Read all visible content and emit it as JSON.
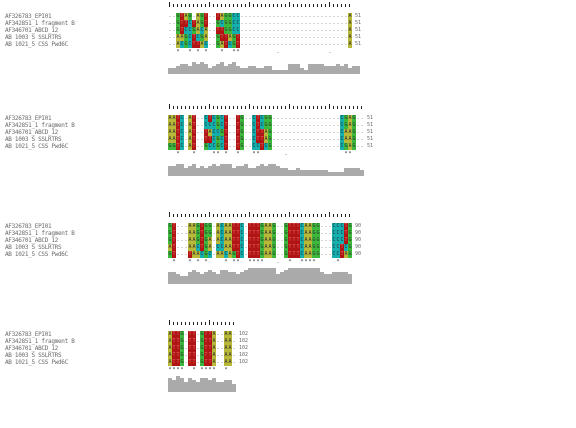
{
  "sequence_names": [
    "AF326783_EPI01",
    "AF342851_1 fragment B",
    "AF346701_ABCD_12",
    "AB 1003 S SSLRTRS",
    "AB 1021_5 CSS Pwd6C"
  ],
  "colors": {
    "A": "#b9b939",
    "C": "#14b0b0",
    "G": "#3cb83c",
    "T": "#b01414",
    "dark_red": "#a40000",
    "blue": "#5a6ed0",
    "pink_text": "#f08080",
    "quality": "#aaaaaa"
  },
  "blocks": [
    {
      "end_numbers": [
        "51",
        "51",
        "51",
        "51",
        "51"
      ],
      "rows": [
        "..GTAG.AGT..TAGGCC...........................A",
        "..GTTCTAGT..GCGGCC...........................A",
        "..GTCCGACA..TTGGCC...........................A",
        "..AAGCTCGA..GTTAGT...........................A",
        "..ACGCTTAC..GATCGT...........................A"
      ],
      "consensus": "  *  * * *   *  **         .            .     ",
      "quality": [
        3,
        3,
        4,
        5,
        5,
        4,
        6,
        5,
        6,
        5,
        3,
        4,
        5,
        6,
        4,
        5,
        6,
        4,
        3,
        3,
        4,
        4,
        3,
        3,
        4,
        4,
        2,
        2,
        2,
        2,
        5,
        5,
        5,
        3,
        2,
        5,
        5,
        5,
        5,
        4,
        4,
        4,
        5,
        4,
        5,
        3,
        4,
        4
      ]
    },
    {
      "end_numbers": [
        "51",
        "51",
        "51",
        "51",
        "51"
      ],
      "rows": [
        "AATC.AT..CTCGCT..TG..CTCGG.................CGAG..",
        "AATC.AT..CCCGCT..TG..CTCGG.................CGAG..",
        "AATC.AT..TACCGT..TG..CTTAG.................CAAG..",
        "AATC.AT..TTCGCT..TG..CTTAG.................CAAG..",
        "GGTC.AT..GCCGCT..TG..CCTCG.................CGAG.."
      ],
      "consensus": "  *   *    ** *  *   **      .              **  ",
      "quality": [
        5,
        5,
        6,
        6,
        4,
        5,
        6,
        4,
        5,
        4,
        5,
        6,
        5,
        6,
        6,
        6,
        4,
        5,
        5,
        6,
        4,
        4,
        5,
        6,
        5,
        6,
        6,
        5,
        4,
        4,
        3,
        3,
        4,
        3,
        3,
        3,
        3,
        3,
        3,
        3,
        2,
        2,
        2,
        2,
        4,
        4,
        4,
        4,
        3
      ]
    },
    {
      "end_numbers": [
        "90",
        "90",
        "90",
        "90",
        "90"
      ],
      "rows": [
        "GT...AAGTGG.ACAATTC.TTTGAAG..GTTTCAAGG...CCCTG",
        "GT...AAGTGG.ACAATTC.TTTGAAG..GTTTCAAGG...CCCTG",
        "GT...AAGTGA.ACAATTC.TTTGAAG..GTTTCAAGG...CCCTG",
        "AT...AACTGA.CCAATTC.TTTGAAG..GTTTCAAGG...CCTCG",
        "GT...TAACGC.AACAGTC.TTTGAAG..GTTTCAAGG...CCTAG"
      ],
      "consensus": " *   * * *    * **  ****   .  *  ****     * ",
      "quality": [
        6,
        6,
        5,
        4,
        4,
        6,
        7,
        6,
        5,
        6,
        7,
        6,
        5,
        7,
        7,
        6,
        6,
        5,
        6,
        7,
        8,
        8,
        8,
        8,
        8,
        8,
        8,
        5,
        6,
        7,
        8,
        8,
        8,
        8,
        8,
        8,
        8,
        8,
        6,
        5,
        5,
        6,
        6,
        6,
        6,
        5
      ]
    },
    {
      "end_numbers": [
        "102",
        "102",
        "102",
        "102",
        "102"
      ],
      "rows": [
        "ATTG.TT.GTTA..AA.",
        "ATTG.TT.GTTA..AA.",
        "ATTG.TT.GTTA..AA.",
        "ATTG.TT.GTTA..AA.",
        "ATTG.TT.GTTA..AA."
      ],
      "consensus": "****  * ****  *  ",
      "quality": [
        7,
        6,
        8,
        7,
        5,
        7,
        6,
        5,
        7,
        7,
        6,
        7,
        5,
        5,
        6,
        6,
        4
      ]
    }
  ]
}
